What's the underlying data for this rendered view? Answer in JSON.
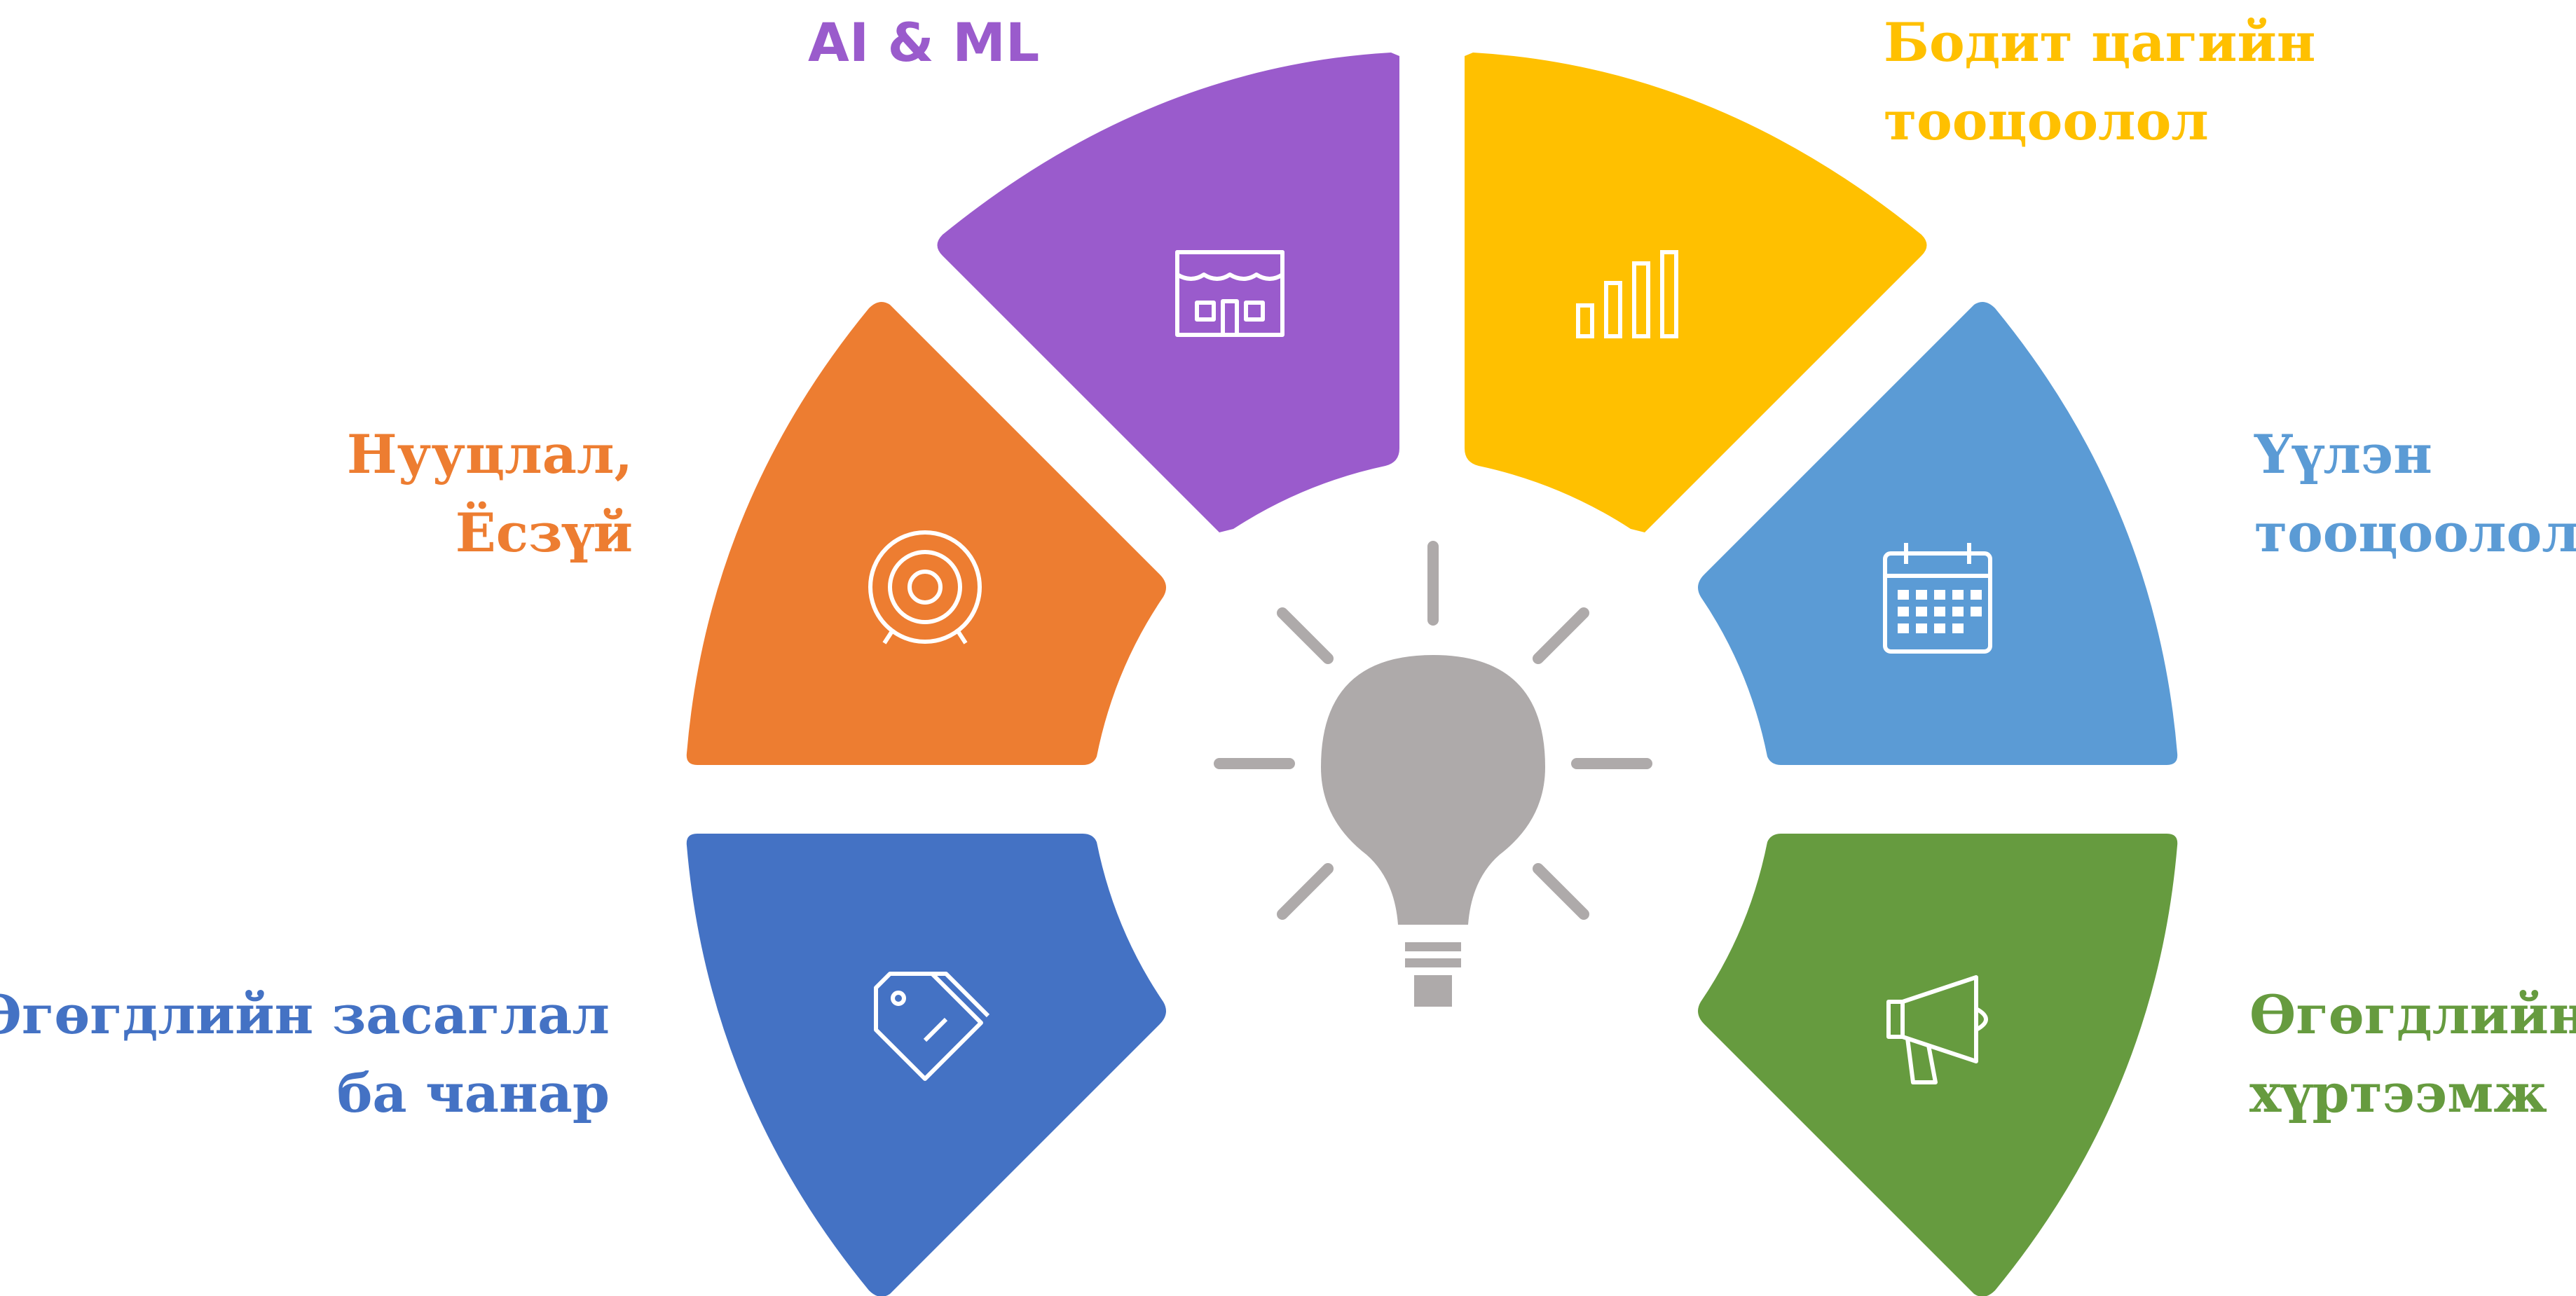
{
  "colors": {
    "purple": "#9a5bcc",
    "yellow": "#ffc000",
    "orange": "#ed7d31",
    "light_blue": "#5b9bd5",
    "blue": "#4472c4",
    "green": "#669b3f",
    "bulb": "#aeaaaa",
    "icon_stroke": "#ffffff"
  },
  "segments": [
    {
      "id": "ai-ml",
      "color": "purple",
      "icon": "storefront-icon",
      "label_lines": [
        "AI & ML"
      ]
    },
    {
      "id": "realtime",
      "color": "yellow",
      "icon": "bar-chart-icon",
      "label_lines": [
        "Бодит цагийн",
        "тооцоолол"
      ]
    },
    {
      "id": "privacy",
      "color": "orange",
      "icon": "target-icon",
      "label_lines": [
        "Нууцлал,",
        "Ёсзүй"
      ]
    },
    {
      "id": "distributed",
      "color": "light_blue",
      "icon": "calendar-icon",
      "label_lines": [
        "Үүлэн",
        "тооцоолол"
      ]
    },
    {
      "id": "governance",
      "color": "blue",
      "icon": "price-tag-icon",
      "label_lines": [
        "Өгөгдлийн засаглал",
        "ба чанар"
      ]
    },
    {
      "id": "access",
      "color": "green",
      "icon": "megaphone-icon",
      "label_lines": [
        "Өгөгдлийн",
        "хүртээмж"
      ]
    }
  ],
  "center": {
    "icon": "light-bulb-icon"
  }
}
